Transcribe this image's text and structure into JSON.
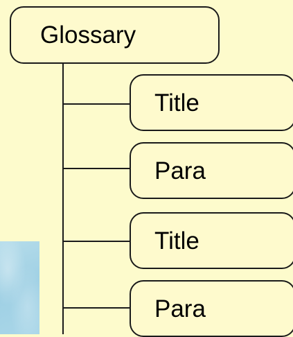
{
  "diagram": {
    "root": {
      "label": "Glossary"
    },
    "children": [
      {
        "label": "Title"
      },
      {
        "label": "Para"
      },
      {
        "label": "Title"
      },
      {
        "label": "Para"
      }
    ]
  },
  "colors": {
    "background": "#fdfbcc",
    "node_fill": "#fefacd",
    "line": "#1a1a1a",
    "water_patch": "#a9d6e8"
  }
}
